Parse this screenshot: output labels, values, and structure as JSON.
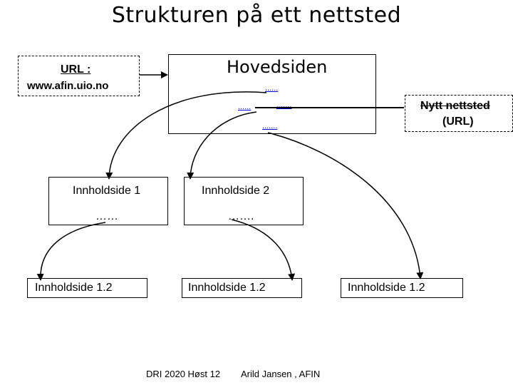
{
  "title": "Strukturen på ett nettsted",
  "url_box": {
    "line1": "URL :",
    "line2": "www.afin.uio.no"
  },
  "main_page": {
    "title": "Hovedsiden",
    "links": [
      "......",
      "......",
      ".......",
      "......."
    ]
  },
  "new_site_box": {
    "line1": "Nytt nettsted",
    "line2": "(URL)"
  },
  "content_pages": [
    {
      "title": "Innholdside 1",
      "dots": "……"
    },
    {
      "title": "Innholdside 2",
      "dots": "……."
    }
  ],
  "leaf_pages": [
    "Innholdside 1.2",
    "Innholdside 1.2",
    "Innholdside 1.2"
  ],
  "footer": {
    "left": "DRI 2020 Høst 12",
    "right": "Arild Jansen , AFIN"
  }
}
